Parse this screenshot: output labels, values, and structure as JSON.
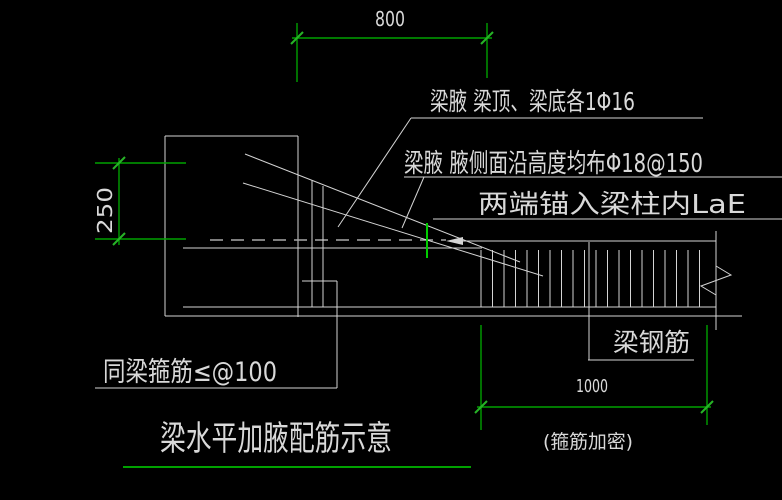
{
  "drawing": {
    "title": "梁水平加腋配筋示意",
    "dimensions": {
      "haunch_length": "800",
      "haunch_width": "250",
      "densified_zone_length": "1000"
    },
    "labels": {
      "haunch_main_bars": "梁腋 梁顶、梁底各1Φ16",
      "haunch_side_bars": "梁腋 腋侧面沿高度均布Φ18@150",
      "anchorage": "两端锚入梁柱内LaE",
      "haunch_stirrups": "同梁箍筋≤@100",
      "beam_rebar": "梁钢筋",
      "stirrup_densify_note": "(箍筋加密)"
    },
    "colors": {
      "background": "#000000",
      "line_white": "#d4d4d4",
      "dimension_green": "#00a100",
      "highlight_green": "#00cc00"
    },
    "stirrups": {
      "dense_zone_count": 20,
      "haunch_zone_count": 2
    }
  }
}
